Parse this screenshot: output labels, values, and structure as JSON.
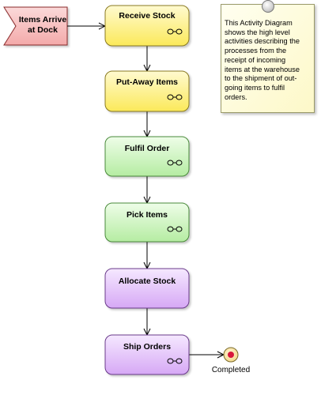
{
  "event": {
    "label_lines": [
      "Items Arrive",
      "at Dock"
    ]
  },
  "activities": [
    {
      "label": "Receive Stock",
      "color": "yellow"
    },
    {
      "label": "Put-Away Items",
      "color": "yellow"
    },
    {
      "label": "Fulfil Order",
      "color": "green"
    },
    {
      "label": "Pick Items",
      "color": "green"
    },
    {
      "label": "Allocate Stock",
      "color": "purple"
    },
    {
      "label": "Ship Orders",
      "color": "purple"
    }
  ],
  "activity_icon": "composite-rake-icon",
  "note": {
    "text": "This Activity Diagram\nshows the high level\nactivities describing the\nprocesses from the\nreceipt of incoming\nitems at the warehouse\nto the shipment of out-\ngoing items to fulfil\norders."
  },
  "final_node": {
    "label": "Completed"
  },
  "colors": {
    "event_fill": "#f7c3c3",
    "yellow_top": "#fffad0",
    "yellow_bottom": "#fbe95a",
    "green_top": "#eefde8",
    "green_bottom": "#b5eca2",
    "purple_top": "#f5e8ff",
    "purple_bottom": "#d6a8f5",
    "final_node": "#d8183c"
  }
}
